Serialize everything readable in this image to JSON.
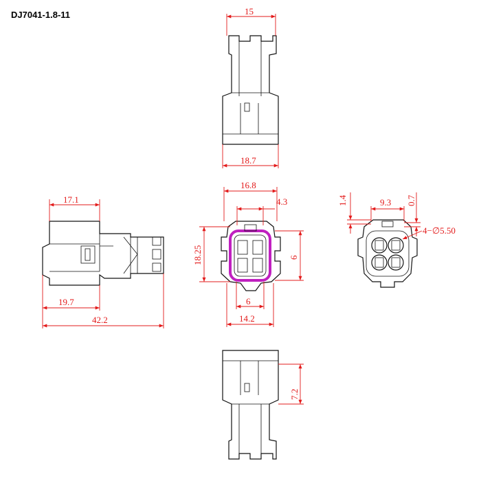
{
  "title": "DJ7041-1.8-11",
  "colors": {
    "dimension": "#e31b1b",
    "outline": "#111111",
    "seal": "#c020c0",
    "background": "#ffffff"
  },
  "top_view": {
    "width_top": "15",
    "width_bottom": "18.7"
  },
  "side_view": {
    "dim_a": "17.1",
    "dim_b": "19.7",
    "overall_length": "42.2"
  },
  "front_view": {
    "width": "16.8",
    "offset": "4.3",
    "height": "18.25",
    "pin_pitch_v": "6",
    "pin_pitch_h": "6",
    "base_width": "14.2"
  },
  "right_view": {
    "dim_14": "1.4",
    "dim_93": "9.3",
    "dim_07": "0.7",
    "holes": "4−∅5.50"
  },
  "bottom_view": {
    "height": "7.2"
  }
}
